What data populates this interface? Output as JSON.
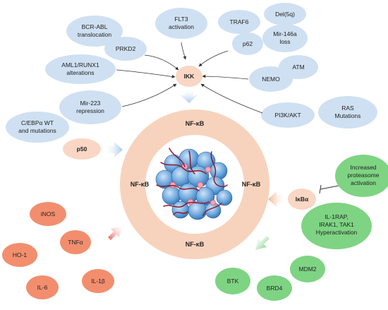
{
  "colors": {
    "blue_bubble": "#cfe0f2",
    "peach": "#f9d7c4",
    "ring": "#f7d3bd",
    "orange_bubble": "#f28e6e",
    "green_bubble": "#7ed483",
    "cell_blue": "#5b9bd5",
    "accent_red": "#8b1a2e"
  },
  "upstream": {
    "bcr_abl": {
      "l1": "BCR-ABL",
      "l2": "translocation"
    },
    "prkd2": "PRKD2",
    "flt3": {
      "l1": "FLT3",
      "l2": "activation"
    },
    "traf6": "TRAF6",
    "del5q": "Del(5q)",
    "p62": "p62",
    "mir146a": {
      "l1": "Mir-146a",
      "l2": "loss"
    },
    "aml1": {
      "l1": "AML1/RUNX1",
      "l2": "alterations"
    },
    "atm": "ATM",
    "nemo": "NEMO",
    "mir223": {
      "l1": "Mir-223",
      "l2": "repression"
    },
    "cebpa": {
      "l1": "C/EBPα WT",
      "l2": "and mutations"
    },
    "pi3k": "PI3K/AKT",
    "ras": {
      "l1": "RAS",
      "l2": "Mutations"
    }
  },
  "core": {
    "ikk": "IKK",
    "p50": "p50",
    "nfkb_top": "NF-κB",
    "nfkb_left": "NF-κB",
    "nfkb_right": "NF-κB",
    "nfkb_bottom": "NF-κB",
    "ikba": "IκBα"
  },
  "inhibition": {
    "proteasome": {
      "l1": "Increased",
      "l2": "proteasome",
      "l3": "activation"
    }
  },
  "green": {
    "il1rap": {
      "l1": "IL-1RAP,",
      "l2": "IRAK1, TAK1",
      "l3": "Hyperactivation"
    },
    "mdm2": "MDM2",
    "btk": "BTK",
    "brd4": "BRD4"
  },
  "outputs": {
    "inos": "iNOS",
    "tnfa": "TNFα",
    "ho1": "HO-1",
    "il6": "IL-6",
    "il1b": "IL-1β"
  }
}
